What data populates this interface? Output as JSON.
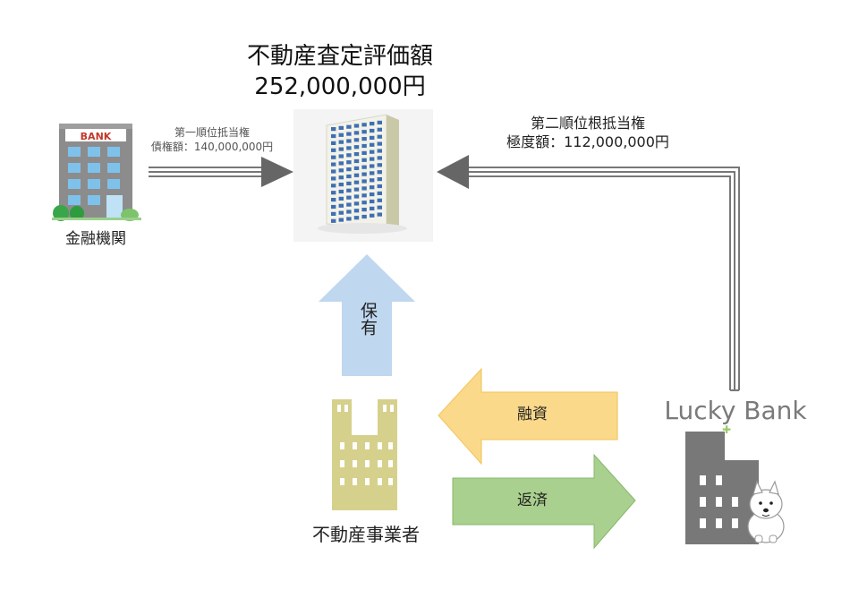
{
  "appraisal": {
    "title": "不動産査定評価額",
    "amount": "252,000,000円"
  },
  "bank": {
    "sign": "BANK",
    "label": "金融機関",
    "lien_title": "第一順位抵当権",
    "lien_amount": "債権額：140,000,000円"
  },
  "lucky_bank": {
    "logo_text": "Lucky Bank",
    "lien_title": "第二順位根抵当権",
    "lien_amount": "極度額：112,000,000円"
  },
  "developer": {
    "label": "不動産事業者"
  },
  "arrows": {
    "own": "保有",
    "loan": "融資",
    "repay": "返済"
  },
  "colors": {
    "own_arrow": "#bfd7ef",
    "loan_arrow": "#fbd98a",
    "repay_arrow": "#a9d08e",
    "lien_arrow": "#666666",
    "developer_building": "#d6d08d",
    "lucky_bank_building": "#787878"
  }
}
